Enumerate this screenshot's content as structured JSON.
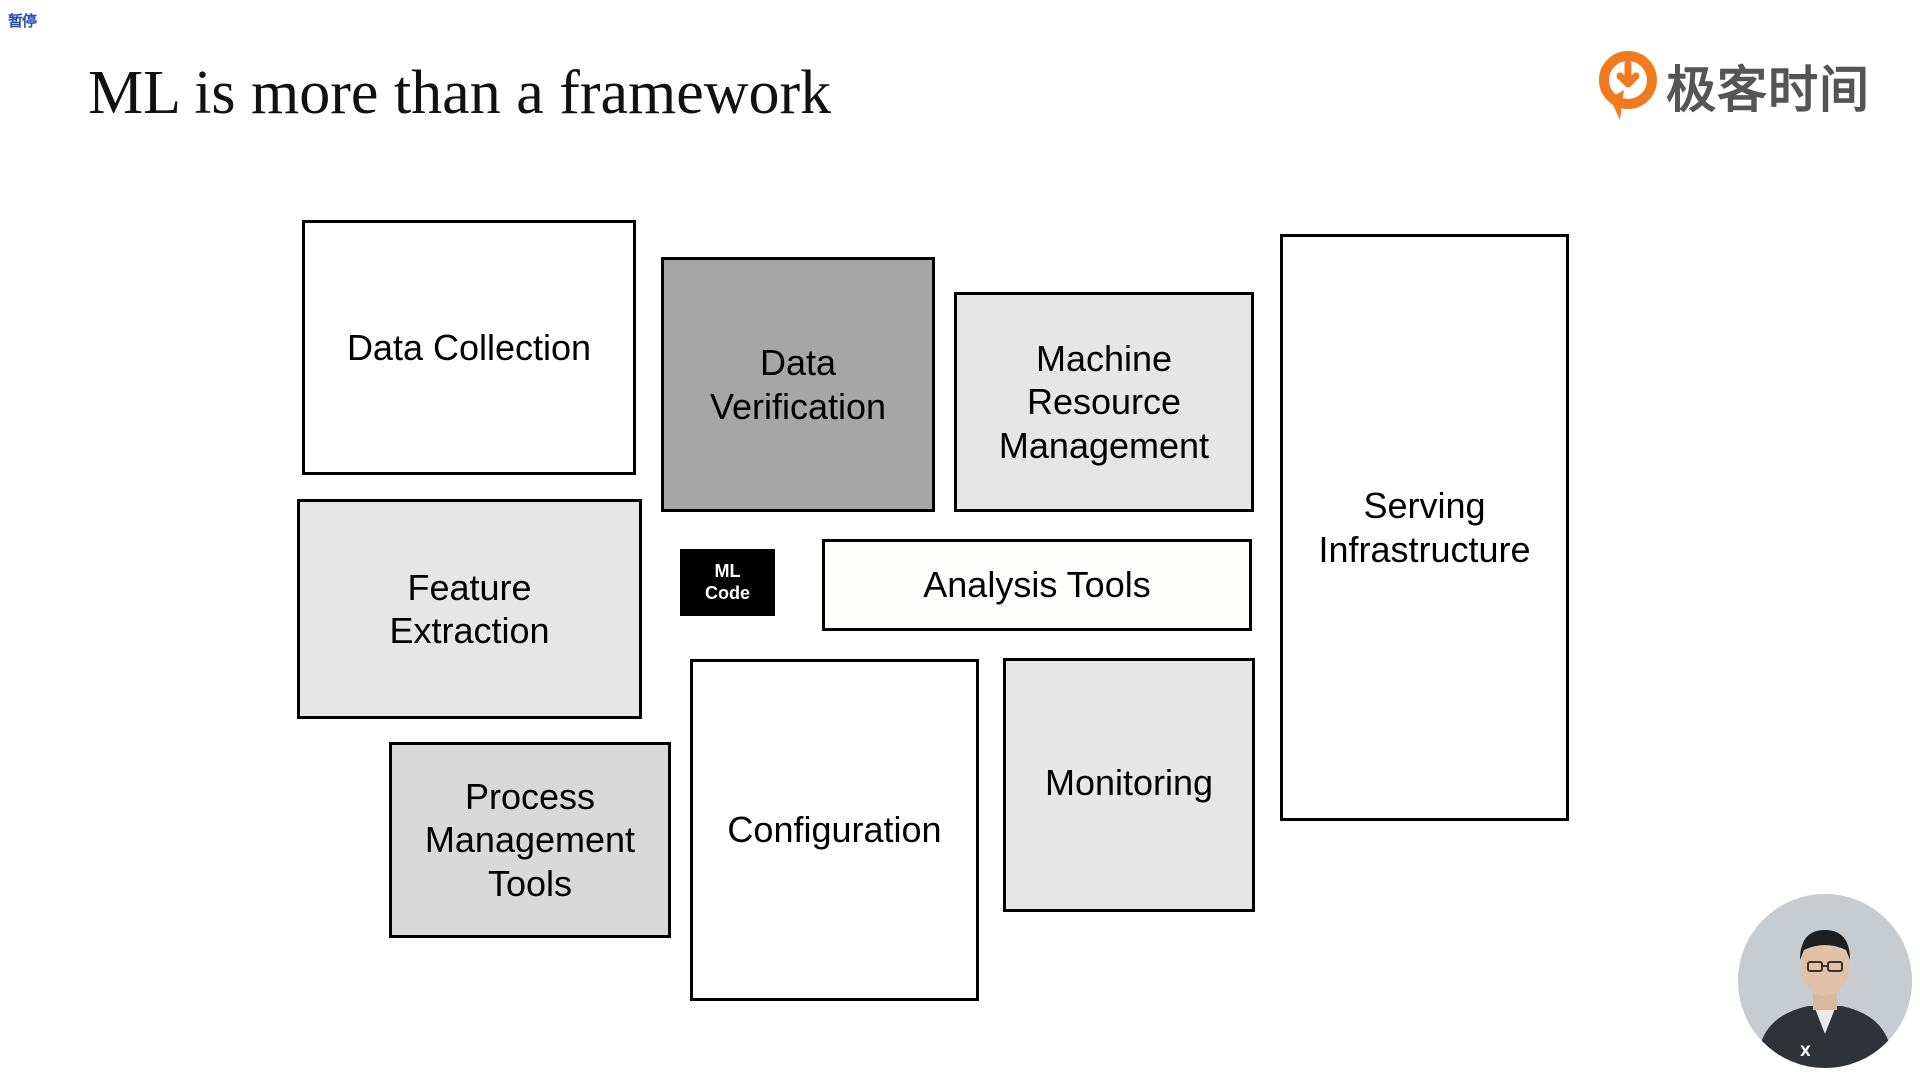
{
  "player": {
    "status_label": "暂停"
  },
  "slide": {
    "title": "ML is more than a framework",
    "brand": {
      "name": "极客时间",
      "logo_icon": "geektime-logo-icon",
      "logo_color": "#f07a1d"
    },
    "components": [
      {
        "id": "data-collection",
        "label": "Data Collection",
        "fill": "#ffffff"
      },
      {
        "id": "data-verification",
        "label": "Data\nVerification",
        "fill": "#a6a6a6"
      },
      {
        "id": "machine-resource-management",
        "label": "Machine\nResource\nManagement",
        "fill": "#e6e6e6"
      },
      {
        "id": "serving-infrastructure",
        "label": "Serving\nInfrastructure",
        "fill": "#ffffff"
      },
      {
        "id": "feature-extraction",
        "label": "Feature\nExtraction",
        "fill": "#e6e6e6"
      },
      {
        "id": "analysis-tools",
        "label": "Analysis Tools",
        "fill": "#fdfdfb"
      },
      {
        "id": "process-management-tools",
        "label": "Process\nManagement\nTools",
        "fill": "#d9d9d9"
      },
      {
        "id": "configuration",
        "label": "Configuration",
        "fill": "#ffffff"
      },
      {
        "id": "monitoring",
        "label": "Monitoring",
        "fill": "#e6e6e6"
      }
    ],
    "ml_code": {
      "label": "ML\nCode",
      "fill": "#000000",
      "text_color": "#ffffff"
    }
  },
  "presenter": {
    "icon": "presenter-video-thumbnail"
  }
}
